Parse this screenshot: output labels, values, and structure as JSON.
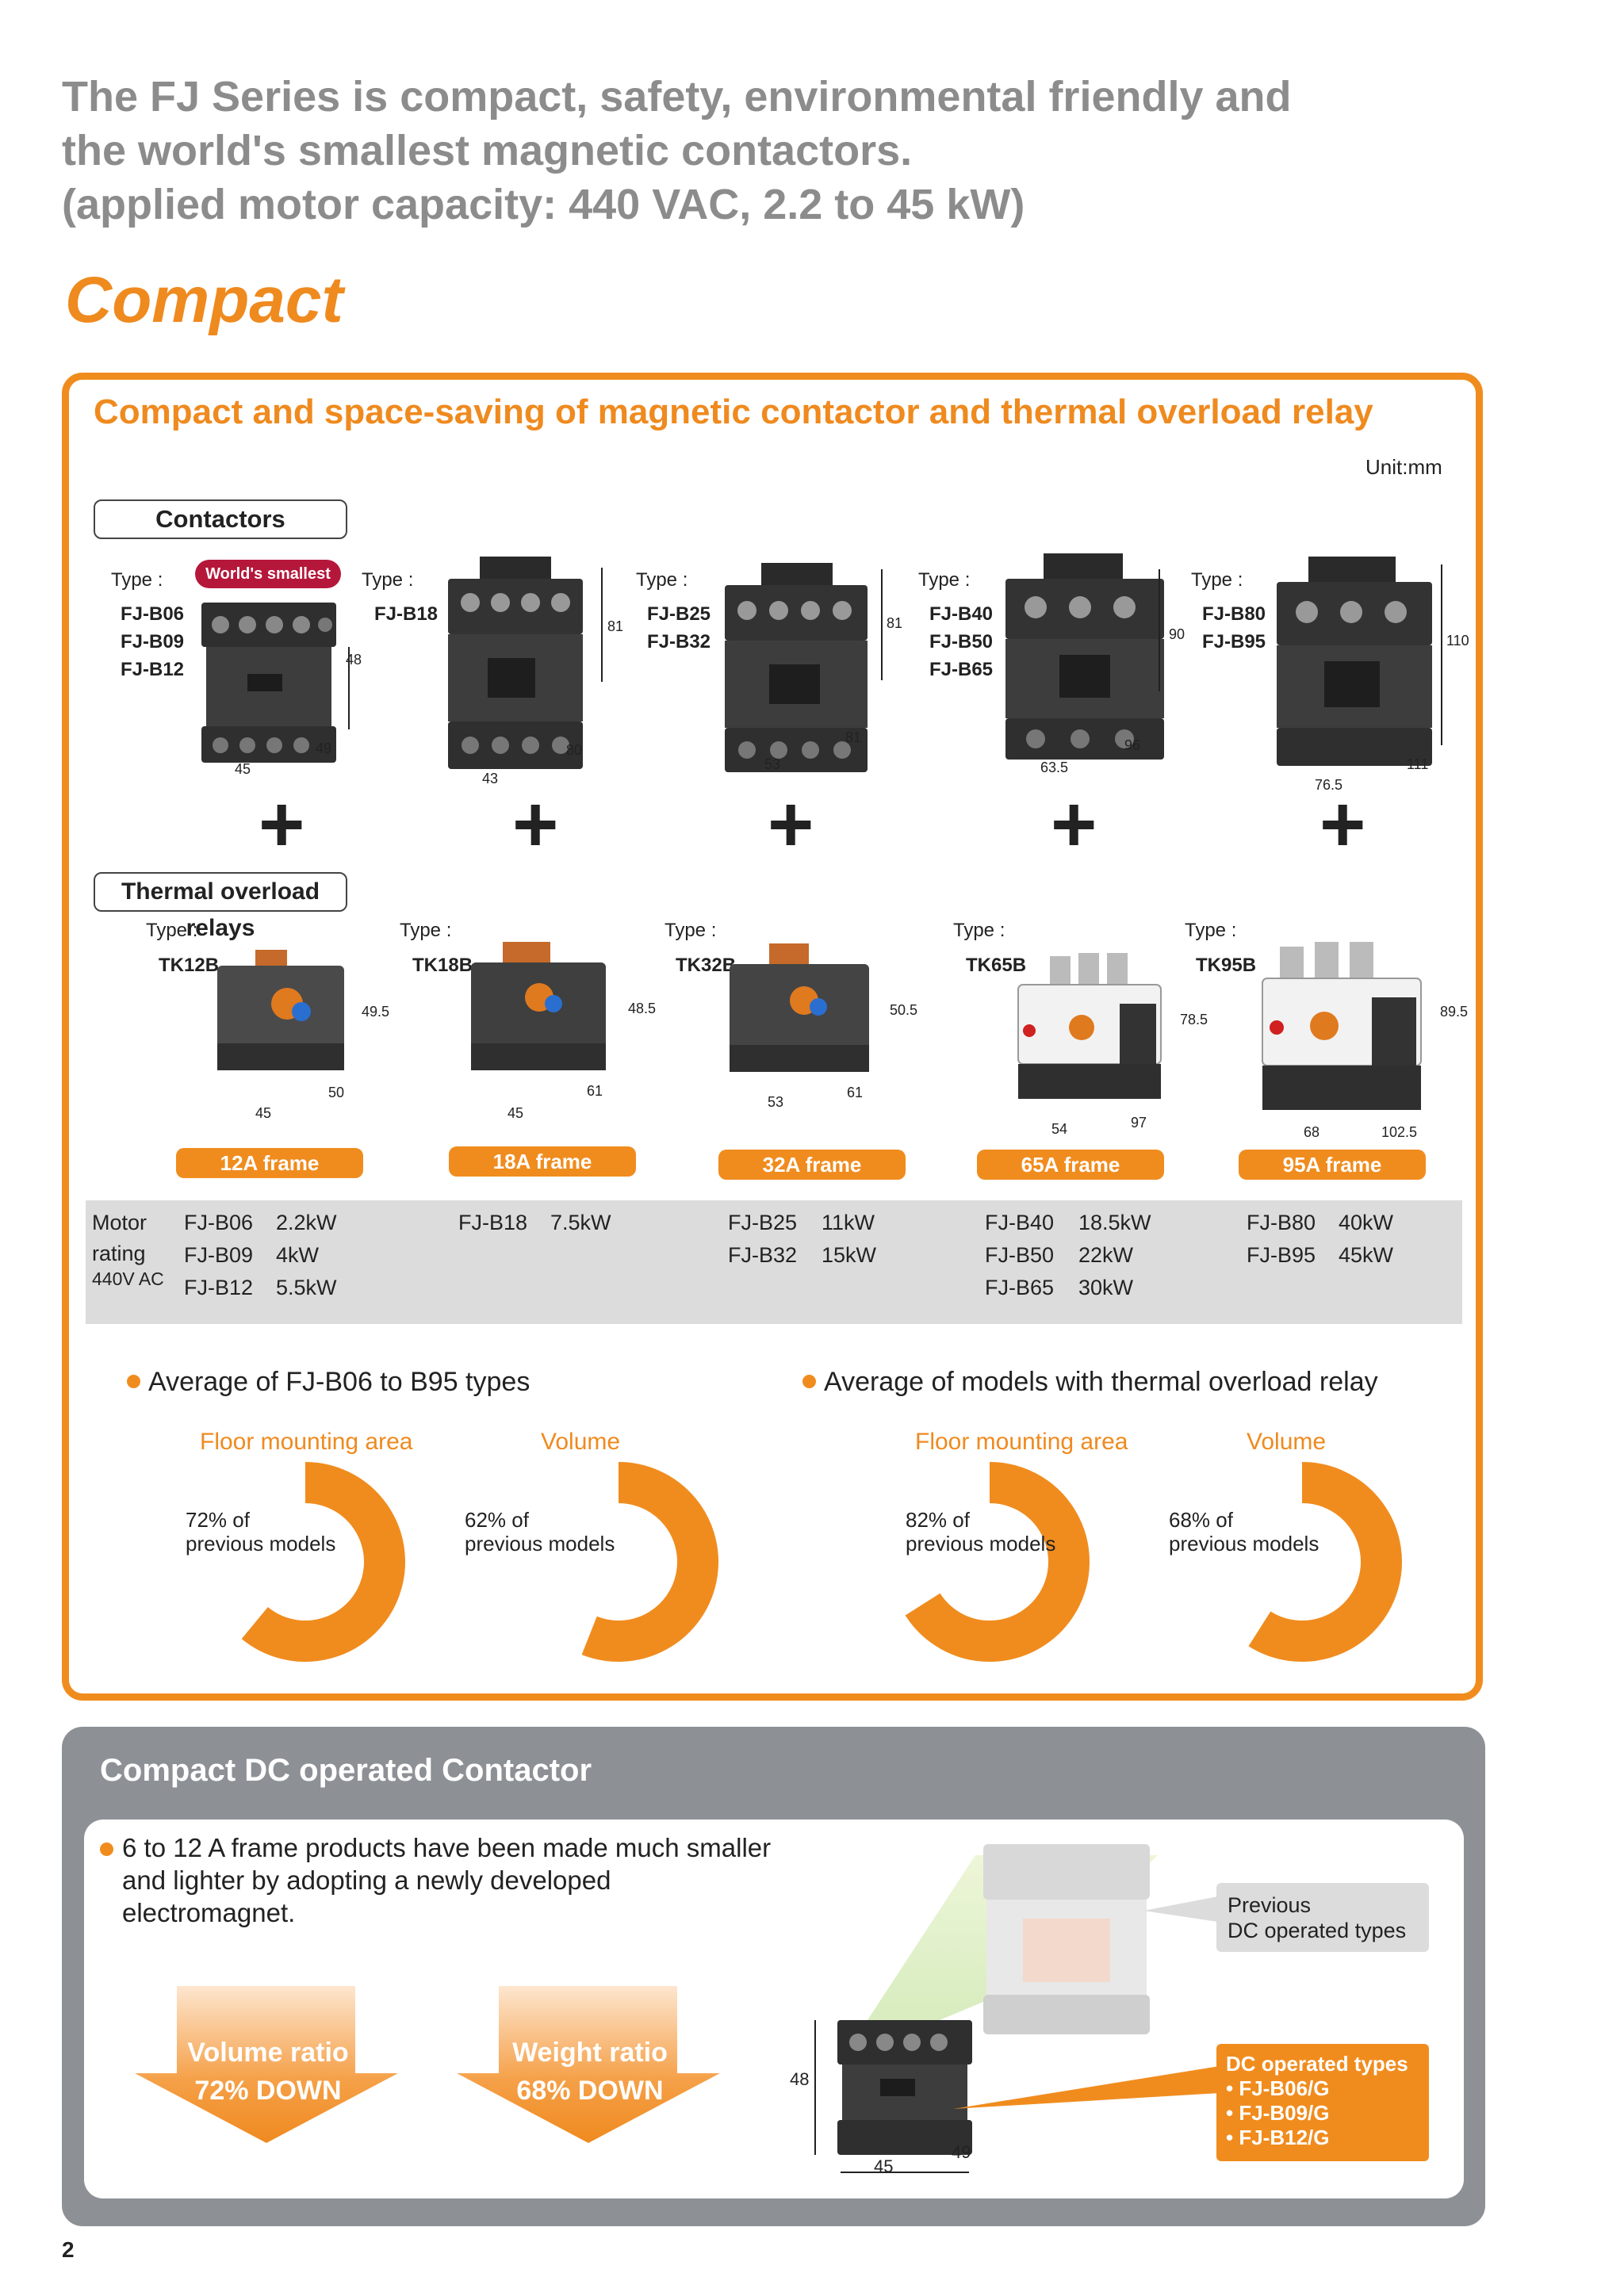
{
  "intro": {
    "line1": "The FJ Series is compact, safety, environmental friendly and",
    "line2": "the world's smallest magnetic contactors.",
    "line3": "(applied motor capacity: 440 VAC,  2.2 to 45 kW)"
  },
  "compact_heading": "Compact",
  "section": {
    "title": "Compact and space-saving of magnetic contactor and thermal overload relay",
    "unit": "Unit:mm"
  },
  "contactors": {
    "label": "Contactors",
    "worlds_smallest": "World's smallest",
    "type_label": "Type :",
    "groups": [
      {
        "models": [
          "FJ-B06",
          "FJ-B09",
          "FJ-B12"
        ],
        "height": "48",
        "width": "45",
        "depth": "49"
      },
      {
        "models": [
          "FJ-B18"
        ],
        "height": "81",
        "width": "43",
        "depth": "80"
      },
      {
        "models": [
          "FJ-B25",
          "FJ-B32"
        ],
        "height": "81",
        "width": "53",
        "depth": "81"
      },
      {
        "models": [
          "FJ-B40",
          "FJ-B50",
          "FJ-B65"
        ],
        "height": "90",
        "width": "63.5",
        "depth": "96"
      },
      {
        "models": [
          "FJ-B80",
          "FJ-B95"
        ],
        "height": "110",
        "width": "76.5",
        "depth": "111"
      }
    ]
  },
  "relays": {
    "label": "Thermal overload relays",
    "type_label": "Type :",
    "groups": [
      {
        "model": "TK12B",
        "height": "49.5",
        "width": "45",
        "depth": "50",
        "frame": "12A frame"
      },
      {
        "model": "TK18B",
        "height": "48.5",
        "width": "45",
        "depth": "61",
        "frame": "18A frame"
      },
      {
        "model": "TK32B",
        "height": "50.5",
        "width": "53",
        "depth": "61",
        "frame": "32A frame"
      },
      {
        "model": "TK65B",
        "height": "78.5",
        "width": "54",
        "depth": "97",
        "frame": "65A frame"
      },
      {
        "model": "TK95B",
        "height": "89.5",
        "width": "68",
        "depth": "102.5",
        "frame": "95A frame"
      }
    ]
  },
  "rating": {
    "label1": "Motor",
    "label2": "rating",
    "label3": "440V AC",
    "cols": [
      [
        [
          "FJ-B06",
          "2.2kW"
        ],
        [
          "FJ-B09",
          "4kW"
        ],
        [
          "FJ-B12",
          "5.5kW"
        ]
      ],
      [
        [
          "FJ-B18",
          "7.5kW"
        ]
      ],
      [
        [
          "FJ-B25",
          "11kW"
        ],
        [
          "FJ-B32",
          "15kW"
        ]
      ],
      [
        [
          "FJ-B40",
          "18.5kW"
        ],
        [
          "FJ-B50",
          "22kW"
        ],
        [
          "FJ-B65",
          "30kW"
        ]
      ],
      [
        [
          "FJ-B80",
          "40kW"
        ],
        [
          "FJ-B95",
          "45kW"
        ]
      ]
    ]
  },
  "averages": {
    "left_heading": "Average of FJ-B06 to B95 types",
    "right_heading": "Average of models with thermal overload relay",
    "rings": [
      {
        "title": "Floor mounting area",
        "line1": "72% of",
        "line2": "previous models",
        "percent": 72
      },
      {
        "title": "Volume",
        "line1": "62% of",
        "line2": "previous models",
        "percent": 62
      },
      {
        "title": "Floor mounting area",
        "line1": "82% of",
        "line2": "previous models",
        "percent": 82
      },
      {
        "title": "Volume",
        "line1": "68% of",
        "line2": "previous models",
        "percent": 68
      }
    ]
  },
  "dc": {
    "title": "Compact DC operated Contactor",
    "text": "6 to 12 A frame products have been made much smaller and lighter by adopting a newly developed electromagnet.",
    "arrow1_line1": "Volume ratio",
    "arrow1_line2": "72% DOWN",
    "arrow2_line1": "Weight ratio",
    "arrow2_line2": "68% DOWN",
    "prev_line1": "Previous",
    "prev_line2": "DC operated types",
    "new_title": "DC operated types",
    "new_items": [
      "• FJ-B06/G",
      "• FJ-B09/G",
      "• FJ-B12/G"
    ],
    "dim_height": "48",
    "dim_width": "45",
    "dim_depth": "49"
  },
  "page_number": "2",
  "colors": {
    "accent": "#f08c1e",
    "intro_grey": "#8c8c8c",
    "dc_panel": "#8d9196",
    "badge": "#b5173b"
  }
}
